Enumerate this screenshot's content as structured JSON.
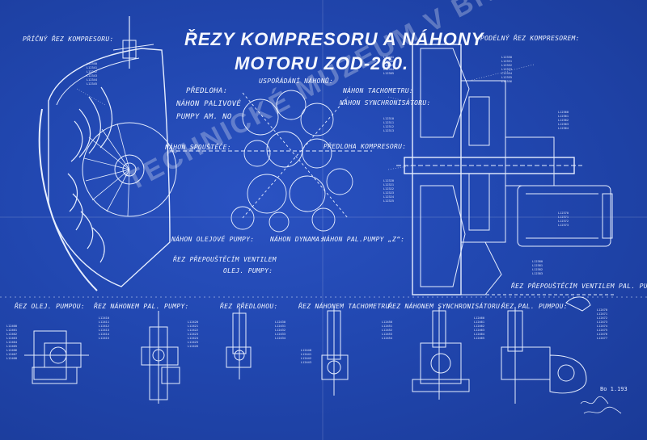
{
  "title_line1": "ŘEZY KOMPRESORU A NÁHONY",
  "title_line2": "MOTORU ZOD-260.",
  "labels": {
    "cross_section": "PŘÍČNÝ ŘEZ KOMPRESORU:",
    "arrangement": "USPOŘÁDÁNÍ NÁHONŮ:",
    "longitudinal": "PODÉLNÝ ŘEZ KOMPRESOREM:",
    "pre_assembly_1": "PŘEDLOHA:",
    "fuel_pump_drive_1": "NÁHON PALIVOVÉ",
    "fuel_pump_drive_2": "PUMPY AM. NO",
    "tacho_drive": "NÁHON TACHOMETRU:",
    "sync_drive": "NÁHON SYNCHRONISÁTORU:",
    "starter_drive": "NÁHON SPOUŠTĚČE:",
    "compressor_pre": "PŘEDLOHA KOMPRESORU:",
    "oil_pump_drive": "NÁHON OLEJOVÉ PUMPY:",
    "dynamo_drive": "NÁHON DYNAMA:",
    "fuel_pump_z": "NÁHON PAL.PUMPY „Z“:",
    "relief_valve_1": "ŘEZ PŘEPOUŠTĚCÍM VENTILEM",
    "relief_valve_2": "OLEJ. PUMPY:",
    "relief_valve_fuel": "ŘEZ PŘEPOUŠTĚCÍM VENTILEM PAL. PUMPY:",
    "sec_oil_pump": "ŘEZ OLEJ. PUMPOU:",
    "sec_fuel_pump_drive": "ŘEZ NÁHONEM PAL. PUMPY:",
    "sec_pre": "ŘEZ PŘEDLOHOU:",
    "sec_tacho": "ŘEZ NÁHONEM TACHOMETRU:",
    "sec_sync": "ŘEZ NÁHONEM SYNCHRONISÁTORU:",
    "sec_fuel_pump": "ŘEZ PAL. PUMPOU:"
  },
  "watermark": "TECHNICKÉ MUZEUM V BRNĚ",
  "stamp": "Bo 1.193"
}
